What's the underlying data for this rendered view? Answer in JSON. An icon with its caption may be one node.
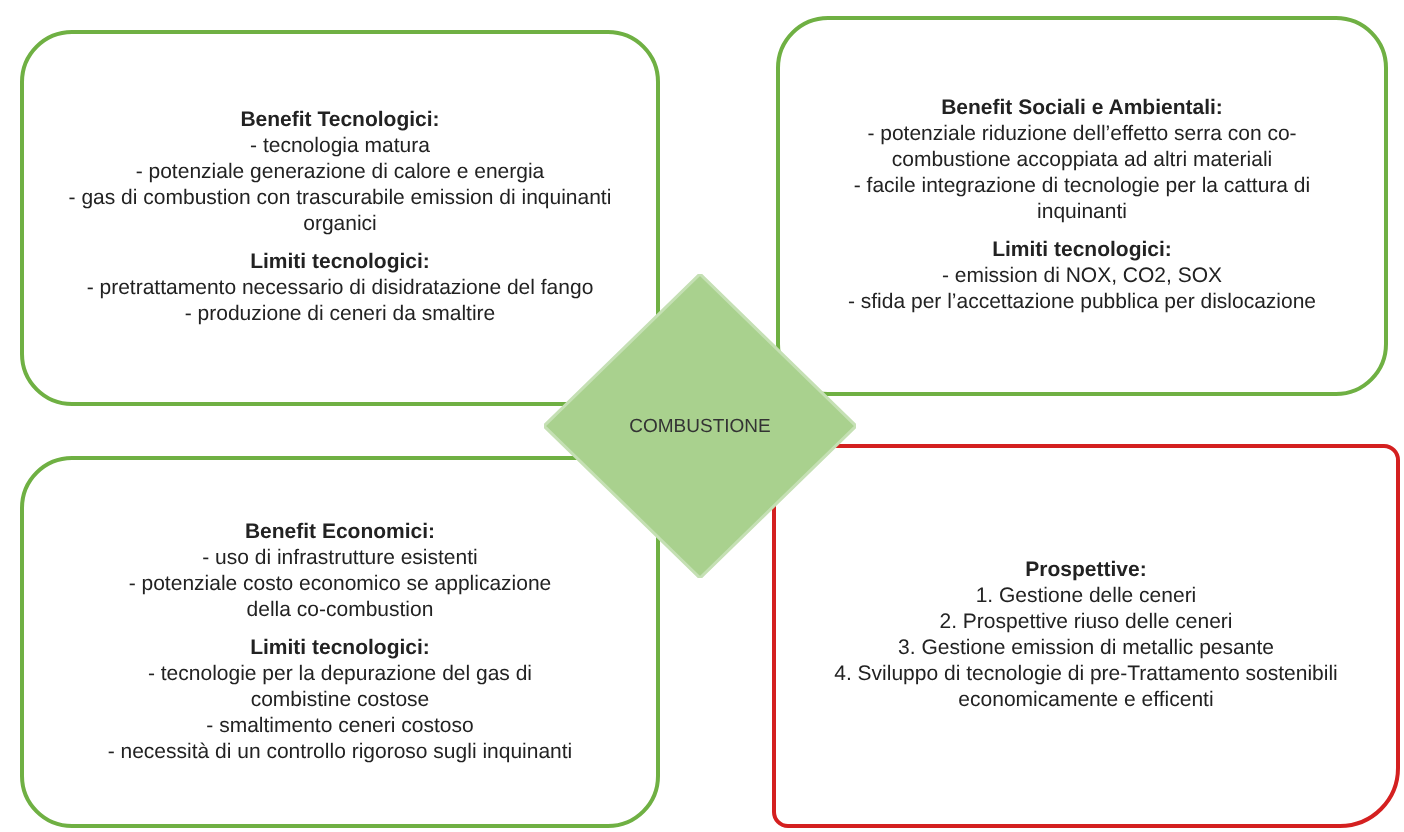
{
  "diagram": {
    "nodes": [
      {
        "text": [
          "Benefit Tecnologici:",
          "- tecnologia matura",
          "- potenziale generazione di calore e energia",
          "- gas di combustion con trascurabile emission di inquinanti organici",
          "Limiti tecnologici:",
          "- pretrattamento necessario di disidratazione del fango",
          "- produzione di ceneri da smaltire"
        ]
      },
      {
        "text": [
          "Benefit Sociali e Ambientali:",
          "- potenziale riduzione dell’effetto serra con co-combustione accoppiata ad altri materiali",
          "- facile integrazione di tecnologie per la cattura di inquinanti",
          "Limiti tecnologici:",
          "- emission di NOX, CO2, SOX",
          "- sfida per l’accettazione pubblica per dislocazione"
        ]
      },
      {
        "text": [
          "Benefit Economici:",
          "- uso di infrastrutture esistenti",
          "- potenziale costo economico se applicazione della co-combustion",
          "Limiti tecnologici:",
          "- tecnologie per la depurazione del gas di combistine costose",
          "- smaltimento ceneri costoso",
          "- necessità di un controllo rigoroso sugli inquinanti"
        ]
      },
      {
        "text": [
          "Prospettive:",
          "1. Gestione delle ceneri",
          "2. Prospettive riuso delle ceneri",
          "3. Gestione emission di metallic pesante",
          "4. Sviluppo di tecnologie di pre-Trattamento sostenibili economicamente e efficenti"
        ]
      },
      {
        "text": [
          "COMBUSTIONE"
        ]
      }
    ],
    "edges": []
  }
}
